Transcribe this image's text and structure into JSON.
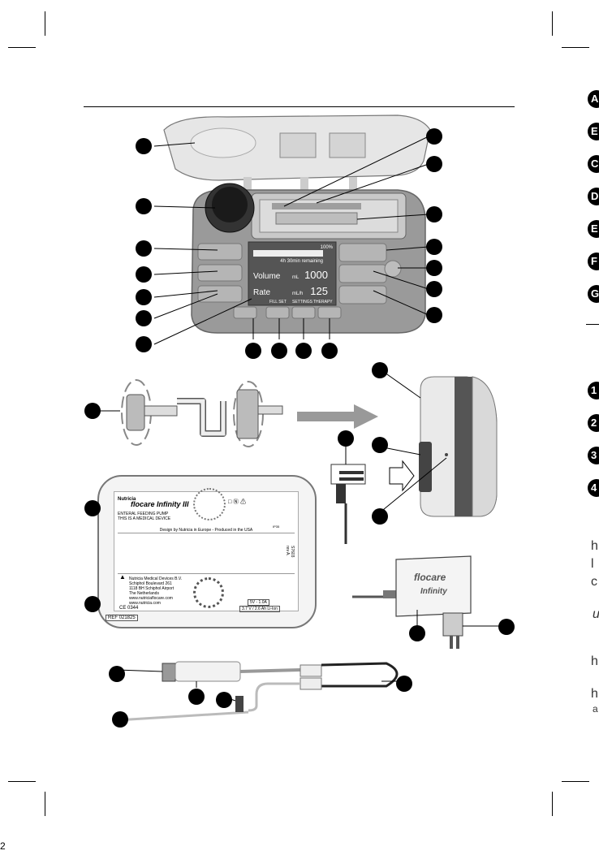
{
  "page": {
    "number": "2"
  },
  "edge_tabs": {
    "letters": [
      "A",
      "E",
      "C",
      "D",
      "E",
      "F",
      "G"
    ],
    "numbers": [
      "1",
      "2",
      "3",
      "4"
    ],
    "cutoff_text": [
      "h",
      "l",
      "c",
      "u",
      "h",
      "h",
      "a"
    ]
  },
  "screen": {
    "battery": "100%",
    "time_remaining": "4h 30min remaining",
    "volume_label": "Volume",
    "volume_unit": "mL",
    "volume_value": "1000",
    "rate_label": "Rate",
    "rate_unit": "mL/h",
    "rate_value": "125",
    "menu_fill": "FILL SET",
    "menu_settings": "SETTINGS",
    "menu_therapy": "THERAPY"
  },
  "label": {
    "brand": "Nutricia",
    "product": "flocare Infinity III",
    "desc_line1": "ENTERAL FEEDING PUMP",
    "desc_line2": "THIS IS A MEDICAL DEVICE",
    "made_in": "Design by Nutricia in Europe - Produced in the USA",
    "mfr_lines": [
      "Nutricia Medical Devices B.V.",
      "Schiphol Boulevard 261",
      "1118 BH Schiphol Airport",
      "The Netherlands",
      "www.nutriciaflocare.com",
      "www.nutricia.com"
    ],
    "ce": "CE 0344",
    "ref_label": "REF",
    "ref_value": "021825",
    "power_in": "5V - 1.0A",
    "battery_spec": "3.7 V / 2.6 Ah  Li-Ion",
    "ip": "IP35",
    "serial_side": "S7603 rev A."
  },
  "charger": {
    "brand": "flocare",
    "model": "Infinity"
  }
}
